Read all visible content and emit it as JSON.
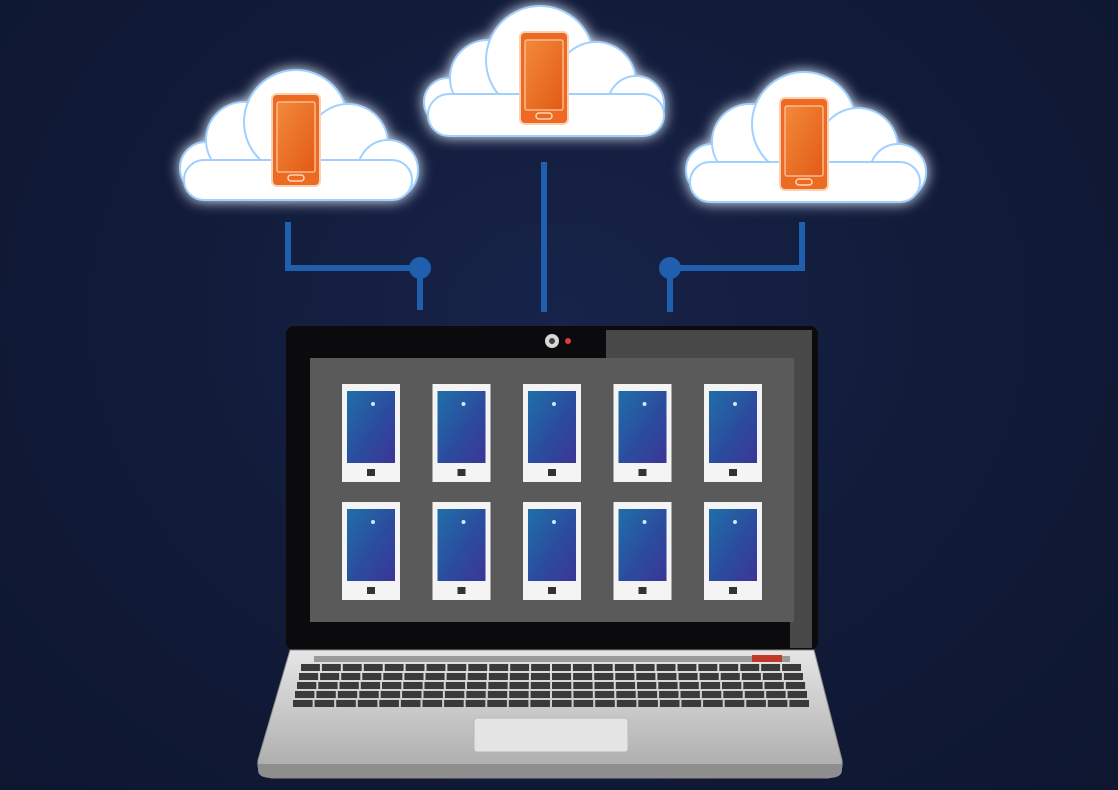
{
  "scene": {
    "background_color": "#121c3a",
    "cloud_color": "#ffffff",
    "cloud_glow_color": "#9fd0ff",
    "cloud_phone_color": "#ec6a21",
    "connector_color": "#1f5fae",
    "laptop_bezel_color": "#0b0b0d",
    "laptop_screen_color": "#5a5a5a",
    "laptop_body_color": "#c9c9c9",
    "device_screen_color": "#2a4e9a",
    "webcam_light_color": "#e23b3b"
  },
  "clouds": [
    {
      "name": "cloud-left",
      "icon": "smartphone-icon"
    },
    {
      "name": "cloud-center",
      "icon": "smartphone-icon"
    },
    {
      "name": "cloud-right",
      "icon": "smartphone-icon"
    }
  ],
  "laptop": {
    "icon": "laptop-icon",
    "device_grid": {
      "rows": 2,
      "columns": 5,
      "icon": "tablet-icon"
    }
  }
}
